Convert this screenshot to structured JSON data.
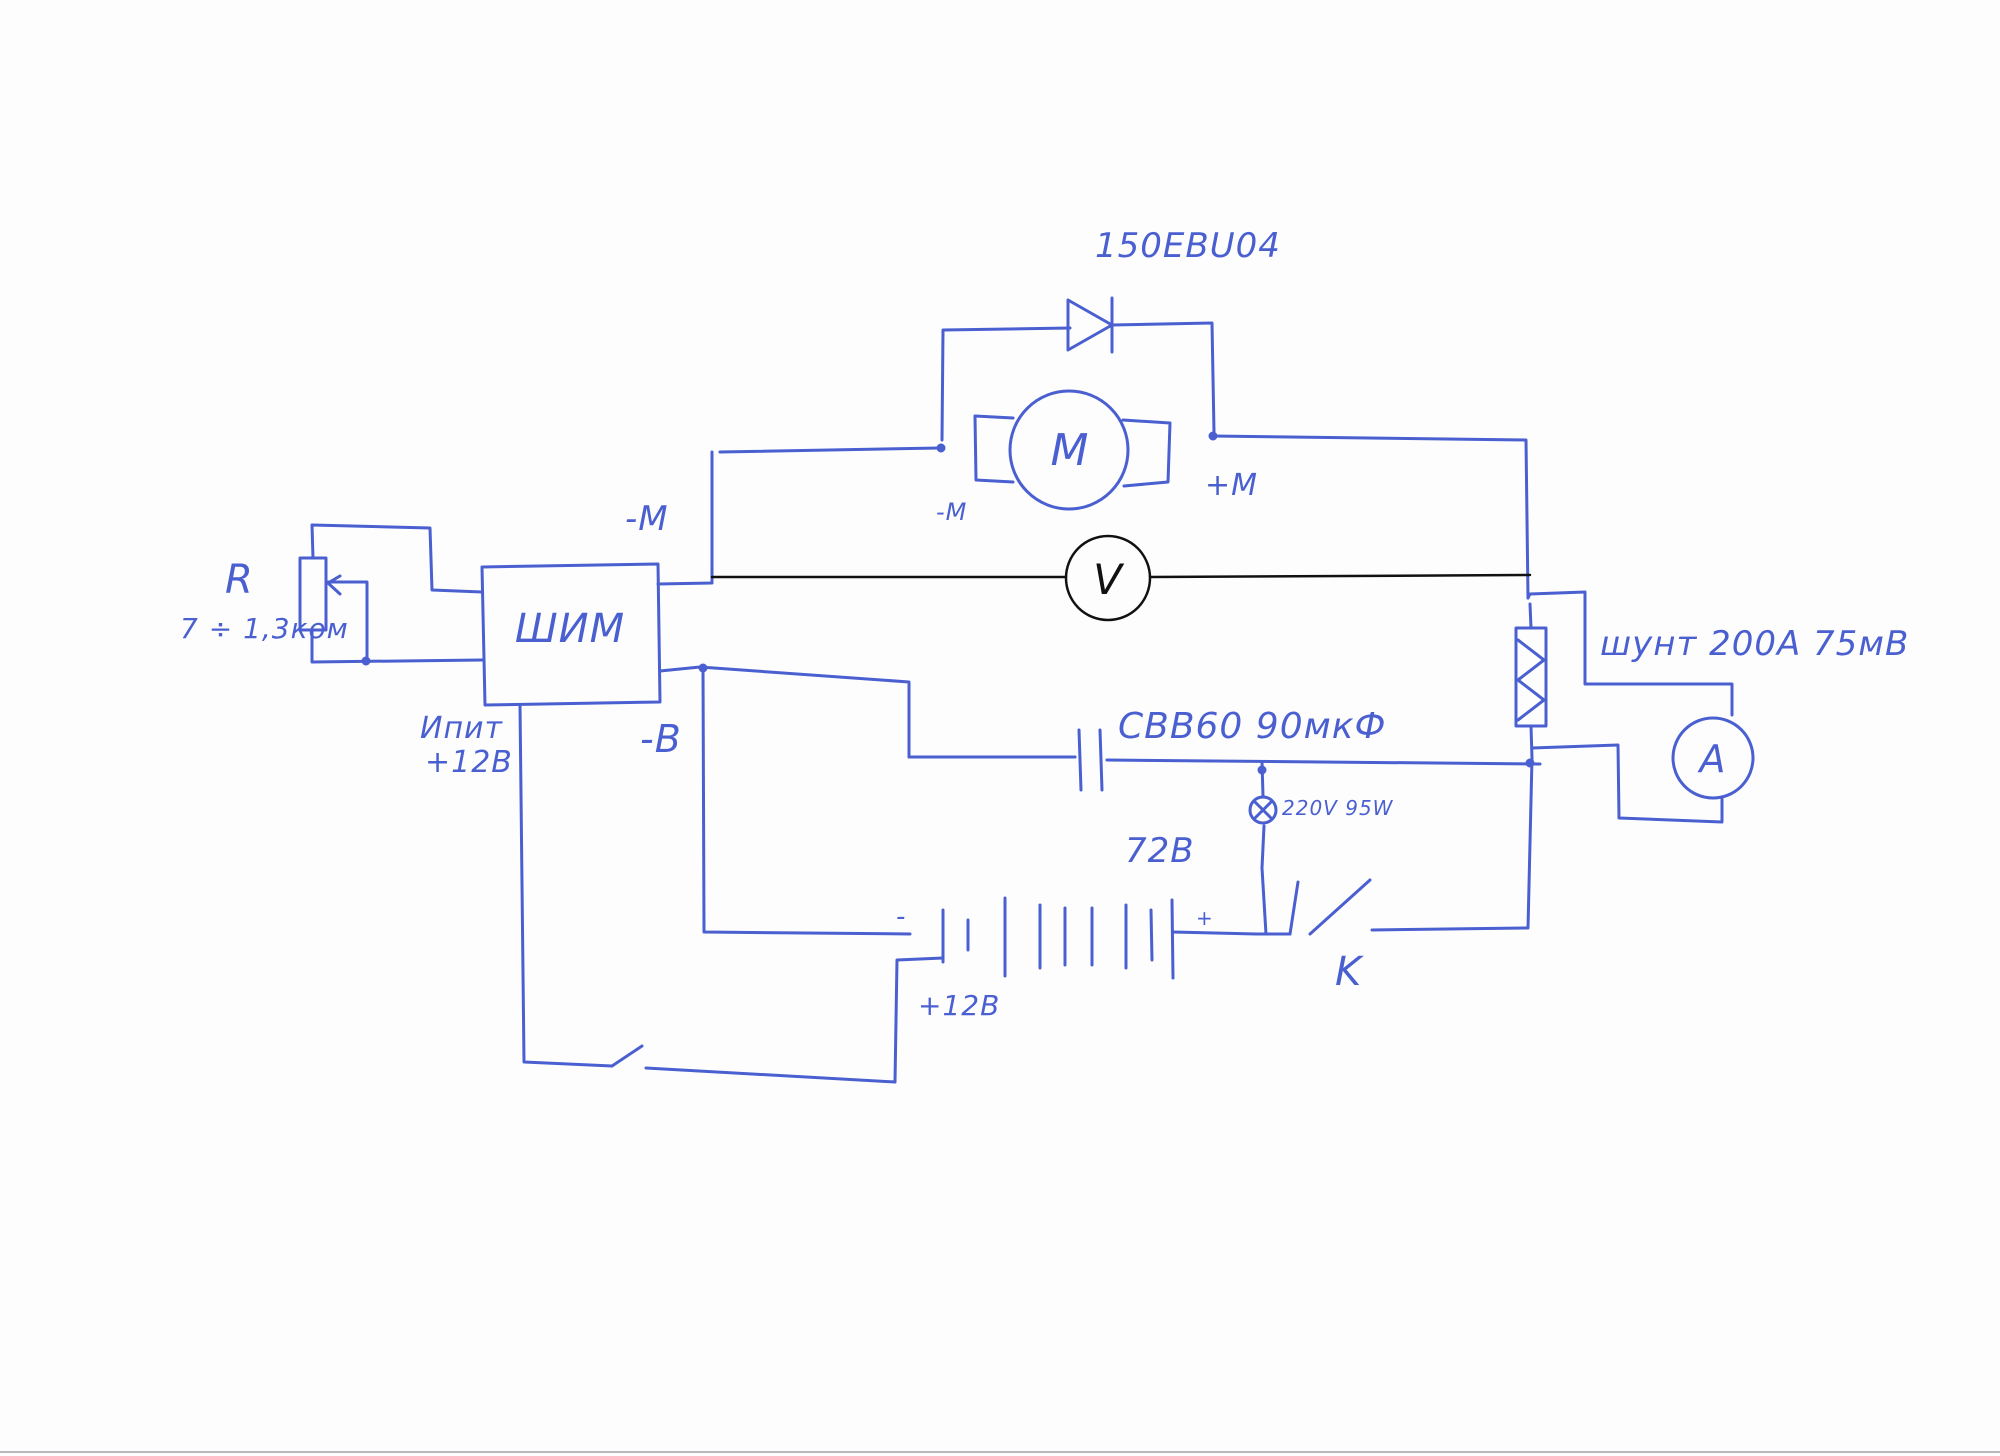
{
  "colors": {
    "ink": "#4a5fd0",
    "black_wire": "#111111",
    "paper": "#fdfdfe"
  },
  "diode_label": "150EBU04",
  "motor": {
    "symbol": "M",
    "minus_label": "-M",
    "plus_label": "+M"
  },
  "voltmeter_symbol": "V",
  "ammeter_symbol": "A",
  "pwm": {
    "label": "ШИМ",
    "minus_motor": "-M",
    "minus_battery": "-B"
  },
  "resistor": {
    "symbol": "R",
    "value": "7 ÷ 1,3ком"
  },
  "supply": {
    "line1": "Ипит",
    "line2": "+12В"
  },
  "shunt_label": "шунт 200А 75мВ",
  "capacitor_label": "CBB60 90мкФ",
  "lamp_label": "220V 95W",
  "battery": {
    "voltage": "72В",
    "tap_label": "+12В",
    "minus": "-",
    "plus": "+"
  },
  "switch_label": "K",
  "icons": [
    "diode-icon",
    "motor-icon",
    "voltmeter-icon",
    "ammeter-icon",
    "capacitor-icon",
    "lamp-icon",
    "battery-icon",
    "switch-icon",
    "shunt-icon",
    "potentiometer-icon"
  ]
}
